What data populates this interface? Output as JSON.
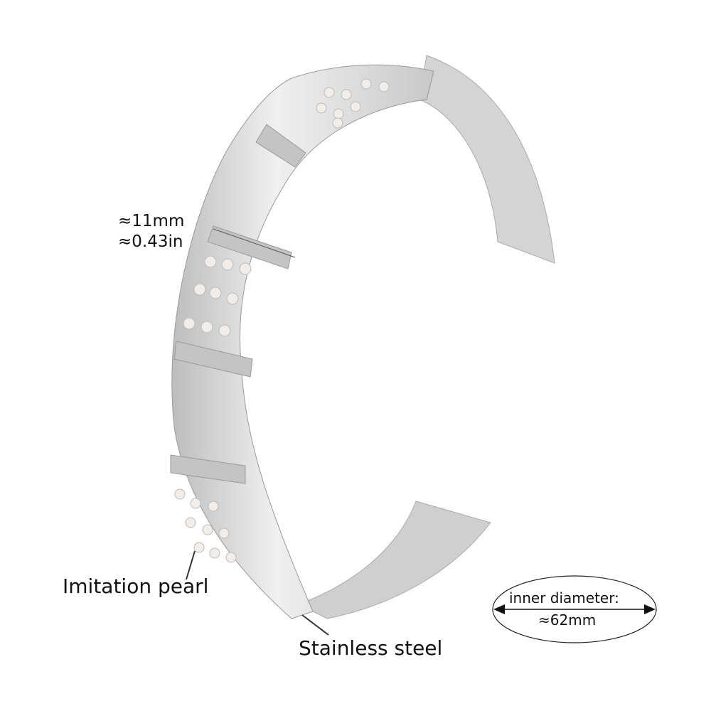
{
  "labels": {
    "width_mm": "≈11mm",
    "width_in": "≈0.43in",
    "pearl": "Imitation pearl",
    "steel": "Stainless steel",
    "diameter_label": "inner diameter:",
    "diameter_value": "≈62mm"
  },
  "colors": {
    "metal": "#d9d9d9",
    "metal_dark": "#a8a8a8",
    "pearl": "#f2ede8"
  }
}
